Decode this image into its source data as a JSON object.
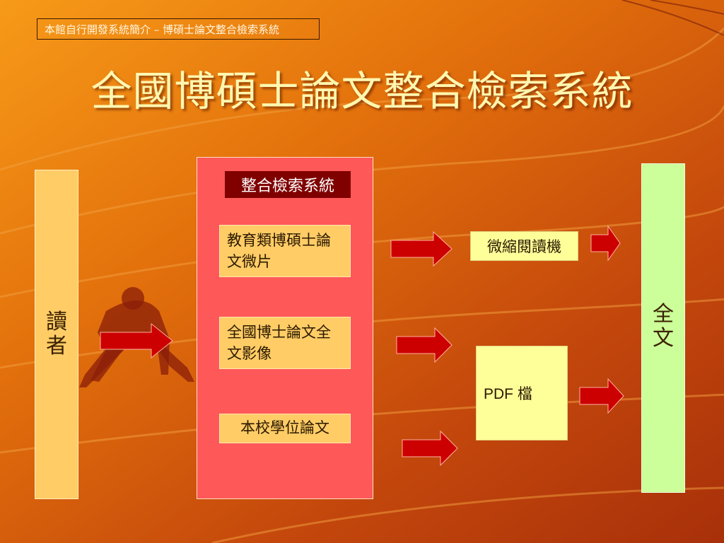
{
  "header": {
    "caption": "本館自行開發系統簡介 – 博碩士論文整合檢索系統"
  },
  "title": "全國博碩士論文整合檢索系統",
  "reader": {
    "label": "讀者"
  },
  "system": {
    "label": "整合檢索系統",
    "sources": [
      {
        "text": "教育類博碩士論文微片"
      },
      {
        "text": "全國博士論文全文影像"
      },
      {
        "text": "本校學位論文"
      }
    ]
  },
  "outputs": {
    "reader_device": "微縮閱讀機",
    "pdf_file": "PDF 檔"
  },
  "fulltext": {
    "label": "全文"
  },
  "colors": {
    "background": "#e3710c",
    "reader_box": "#ffcc66",
    "system_box": "#ff5858",
    "system_label": "#800000",
    "output_box": "#ffff99",
    "fulltext_box": "#ccff99",
    "arrow": "#cc0000",
    "title_text": "#fff7b0"
  }
}
